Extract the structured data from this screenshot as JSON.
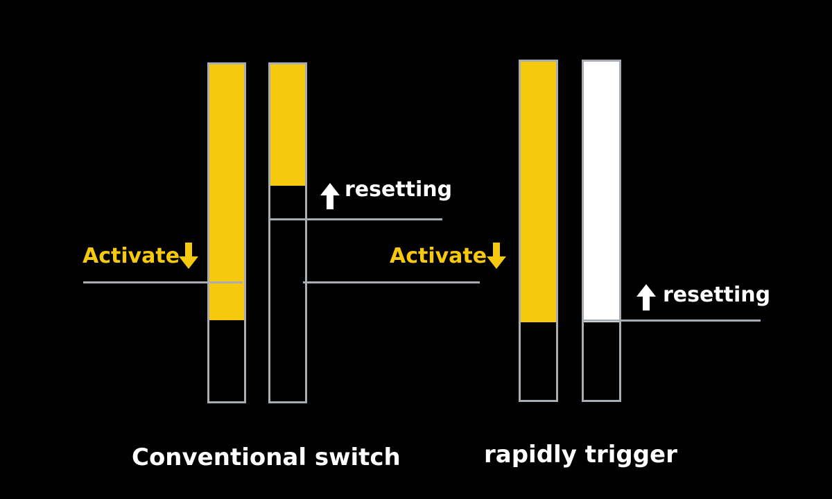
{
  "colors": {
    "background": "#000000",
    "activate": "#f6c90e",
    "reset_white": "#ffffff",
    "outline": "#a7adb2"
  },
  "conventional": {
    "activate_label": "Activate",
    "resetting_label": "resetting",
    "caption": "Conventional switch",
    "bar1_fill_fraction": 0.76,
    "bar2_fill_fraction": 0.36
  },
  "rapid": {
    "activate_label": "Activate",
    "resetting_label": "resetting",
    "caption": "rapidly trigger",
    "bar1_fill_fraction": 0.77,
    "bar2_fill_fraction": 0.77
  },
  "icons": {
    "down_arrow": "arrow-down-icon",
    "up_arrow": "arrow-up-icon"
  }
}
